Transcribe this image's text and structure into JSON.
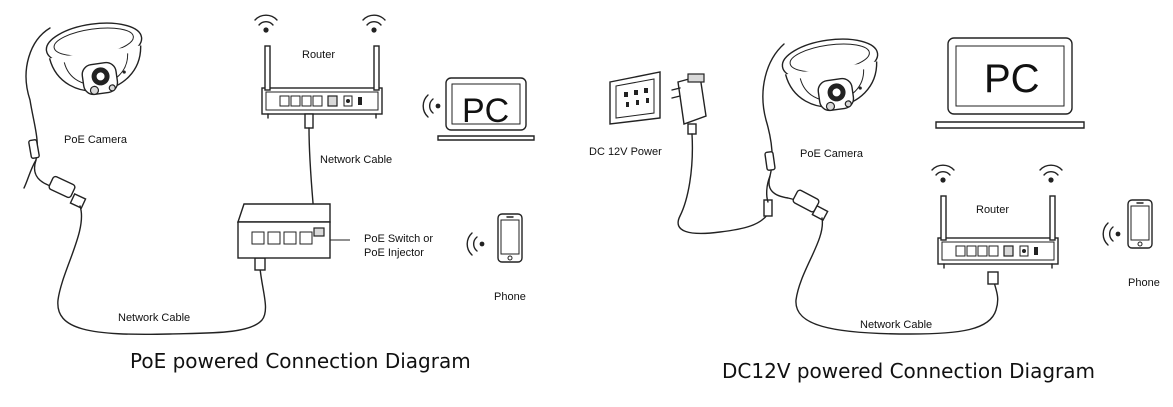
{
  "left_diagram": {
    "caption": "PoE powered Connection Diagram",
    "camera_label": "PoE Camera",
    "router_label": "Router",
    "pc_text": "PC",
    "network_cable_top": "Network Cable",
    "switch_label_line1": "PoE Switch or",
    "switch_label_line2": "PoE Injector",
    "phone_label": "Phone",
    "network_cable_bottom": "Network Cable"
  },
  "right_diagram": {
    "caption": "DC12V powered Connection Diagram",
    "power_label": "DC 12V Power",
    "camera_label": "PoE Camera",
    "pc_text": "PC",
    "router_label": "Router",
    "phone_label": "Phone",
    "network_cable": "Network Cable"
  },
  "icons": [
    "poe-camera-icon",
    "router-icon",
    "wifi-icon",
    "laptop-icon",
    "poe-switch-icon",
    "phone-icon",
    "power-adapter-icon",
    "wall-outlet-icon"
  ]
}
